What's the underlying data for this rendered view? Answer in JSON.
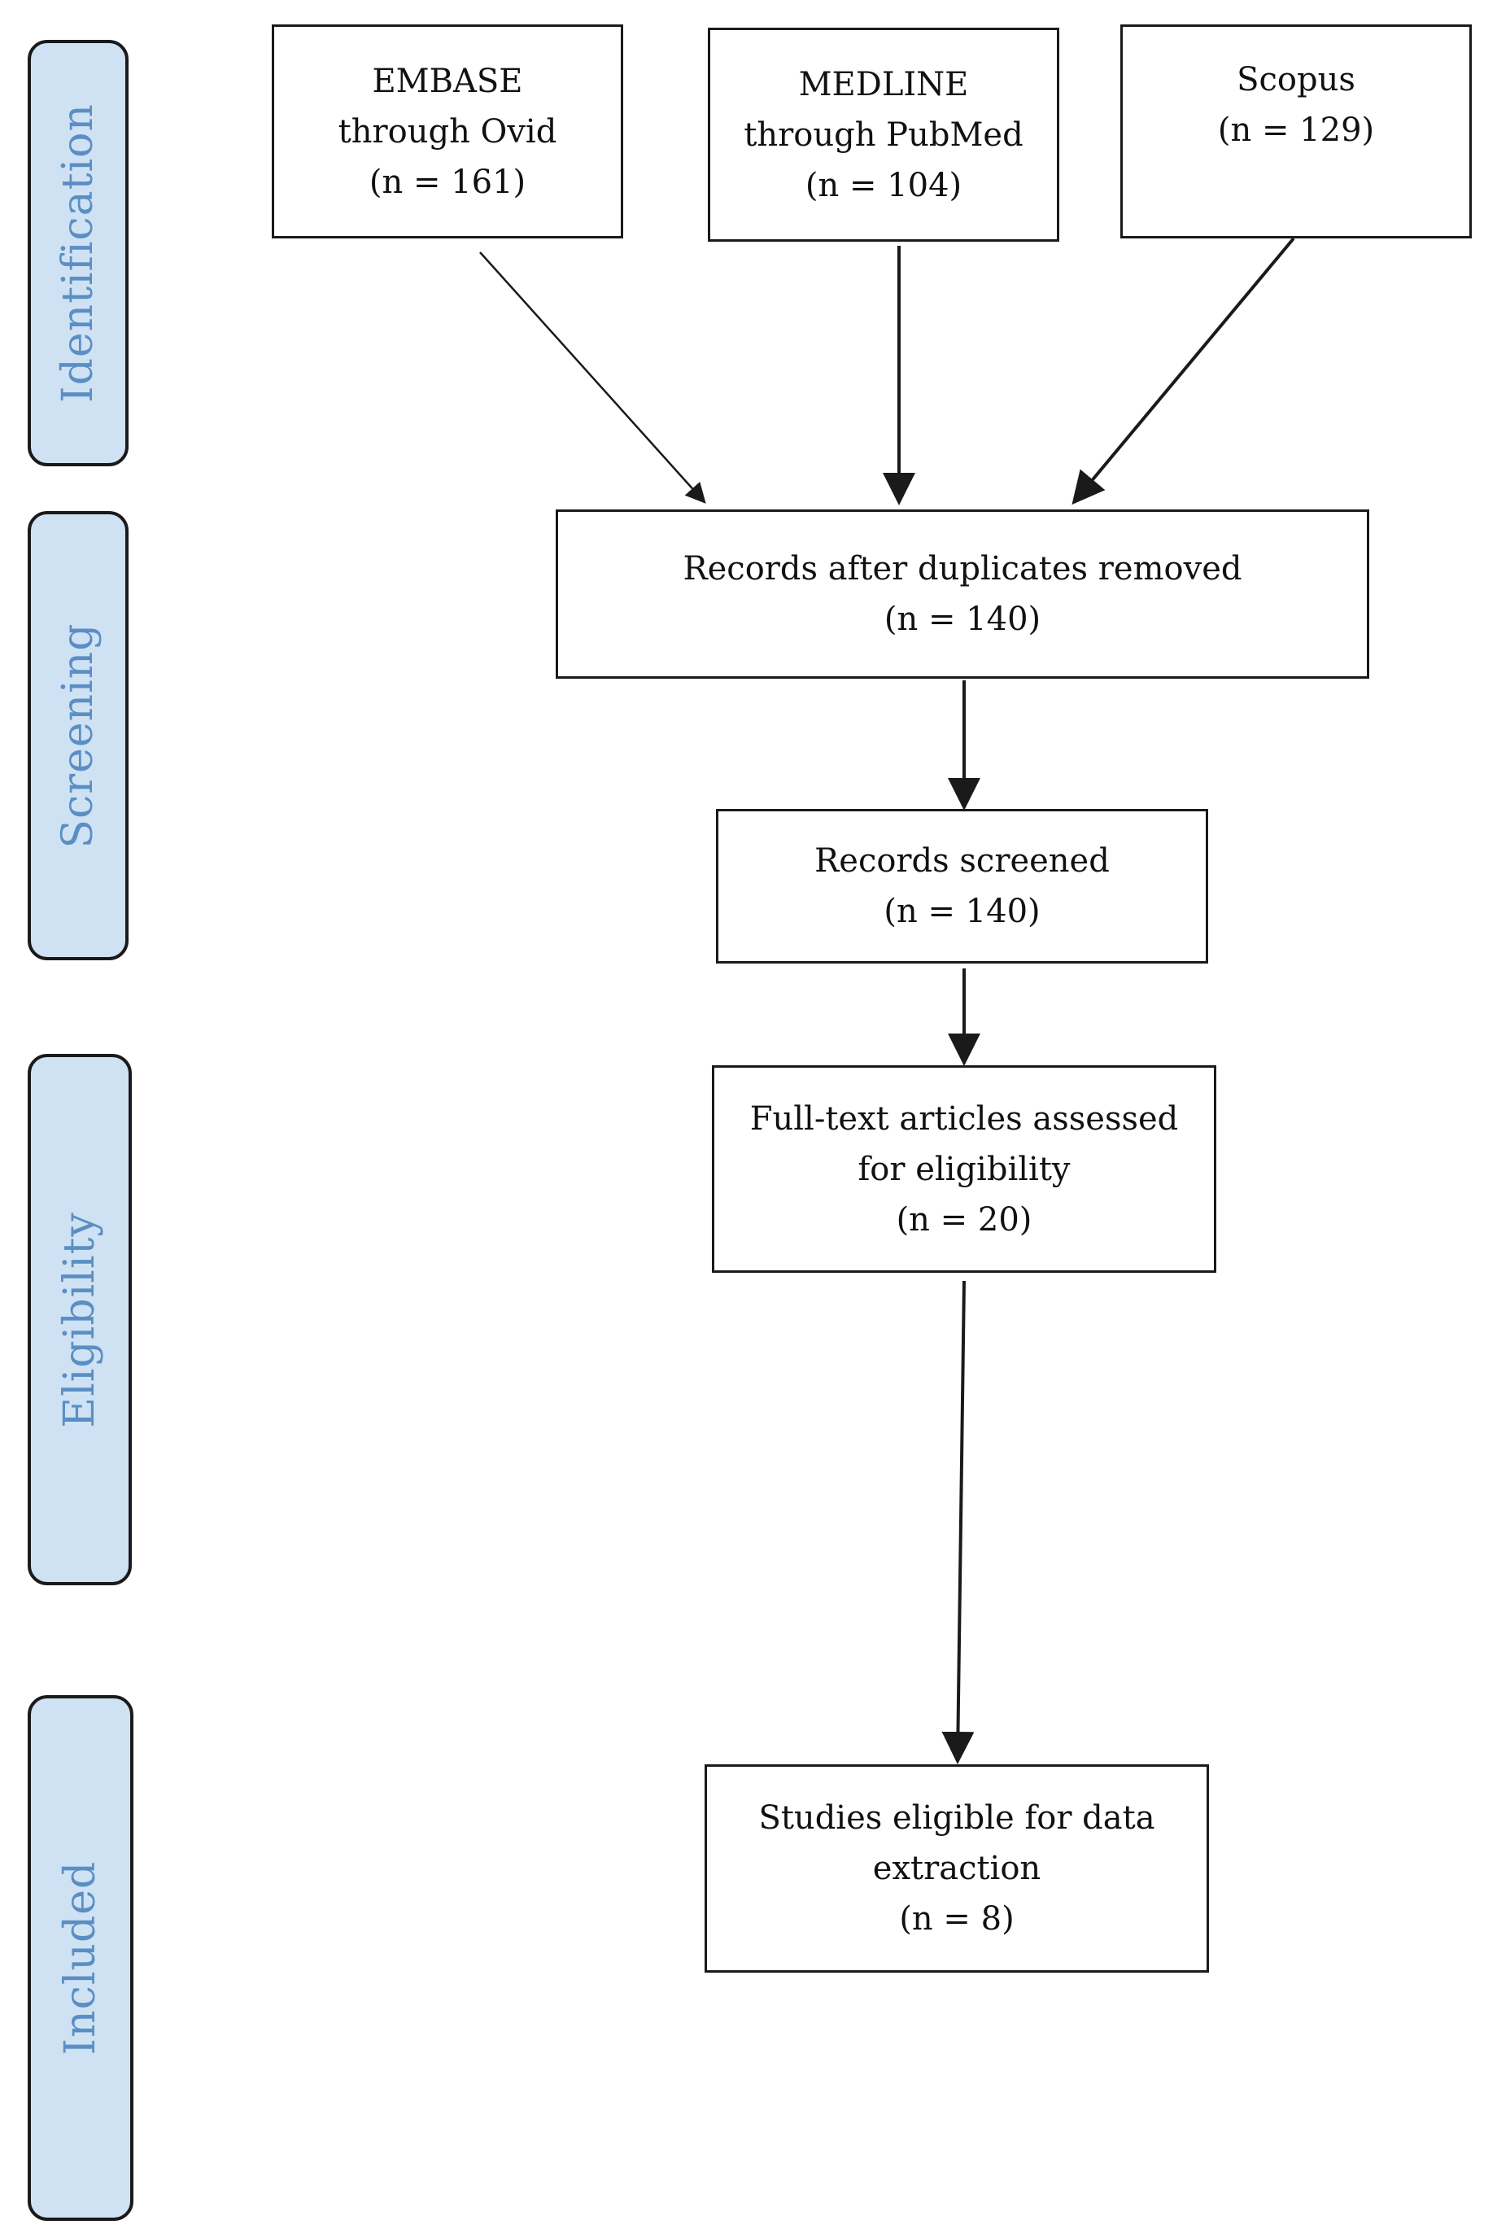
{
  "stages": {
    "identification": "Identification",
    "screening": "Screening",
    "eligibility": "Eligibility",
    "included": "Included"
  },
  "boxes": {
    "embase": {
      "line1": "EMBASE",
      "line2": "through Ovid",
      "line3": "(n = 161)"
    },
    "medline": {
      "line1": "MEDLINE",
      "line2": "through PubMed",
      "line3": "(n = 104)"
    },
    "scopus": {
      "line1": "Scopus",
      "line2": "(n = 129)"
    },
    "duplicates_removed": {
      "line1": "Records after duplicates removed",
      "line2": "(n = 140)"
    },
    "screened": {
      "line1": "Records screened",
      "line2": "(n = 140)"
    },
    "full_text": {
      "line1": "Full-text articles assessed",
      "line2": "for eligibility",
      "line3": "(n = 20)"
    },
    "included_studies": {
      "line1": "Studies eligible for data",
      "line2": "extraction",
      "line3": "(n = 8)"
    }
  },
  "colors": {
    "stage_fill": "#cfe2f3",
    "stage_text": "#5b8ec4",
    "line": "#1a1a1a"
  }
}
